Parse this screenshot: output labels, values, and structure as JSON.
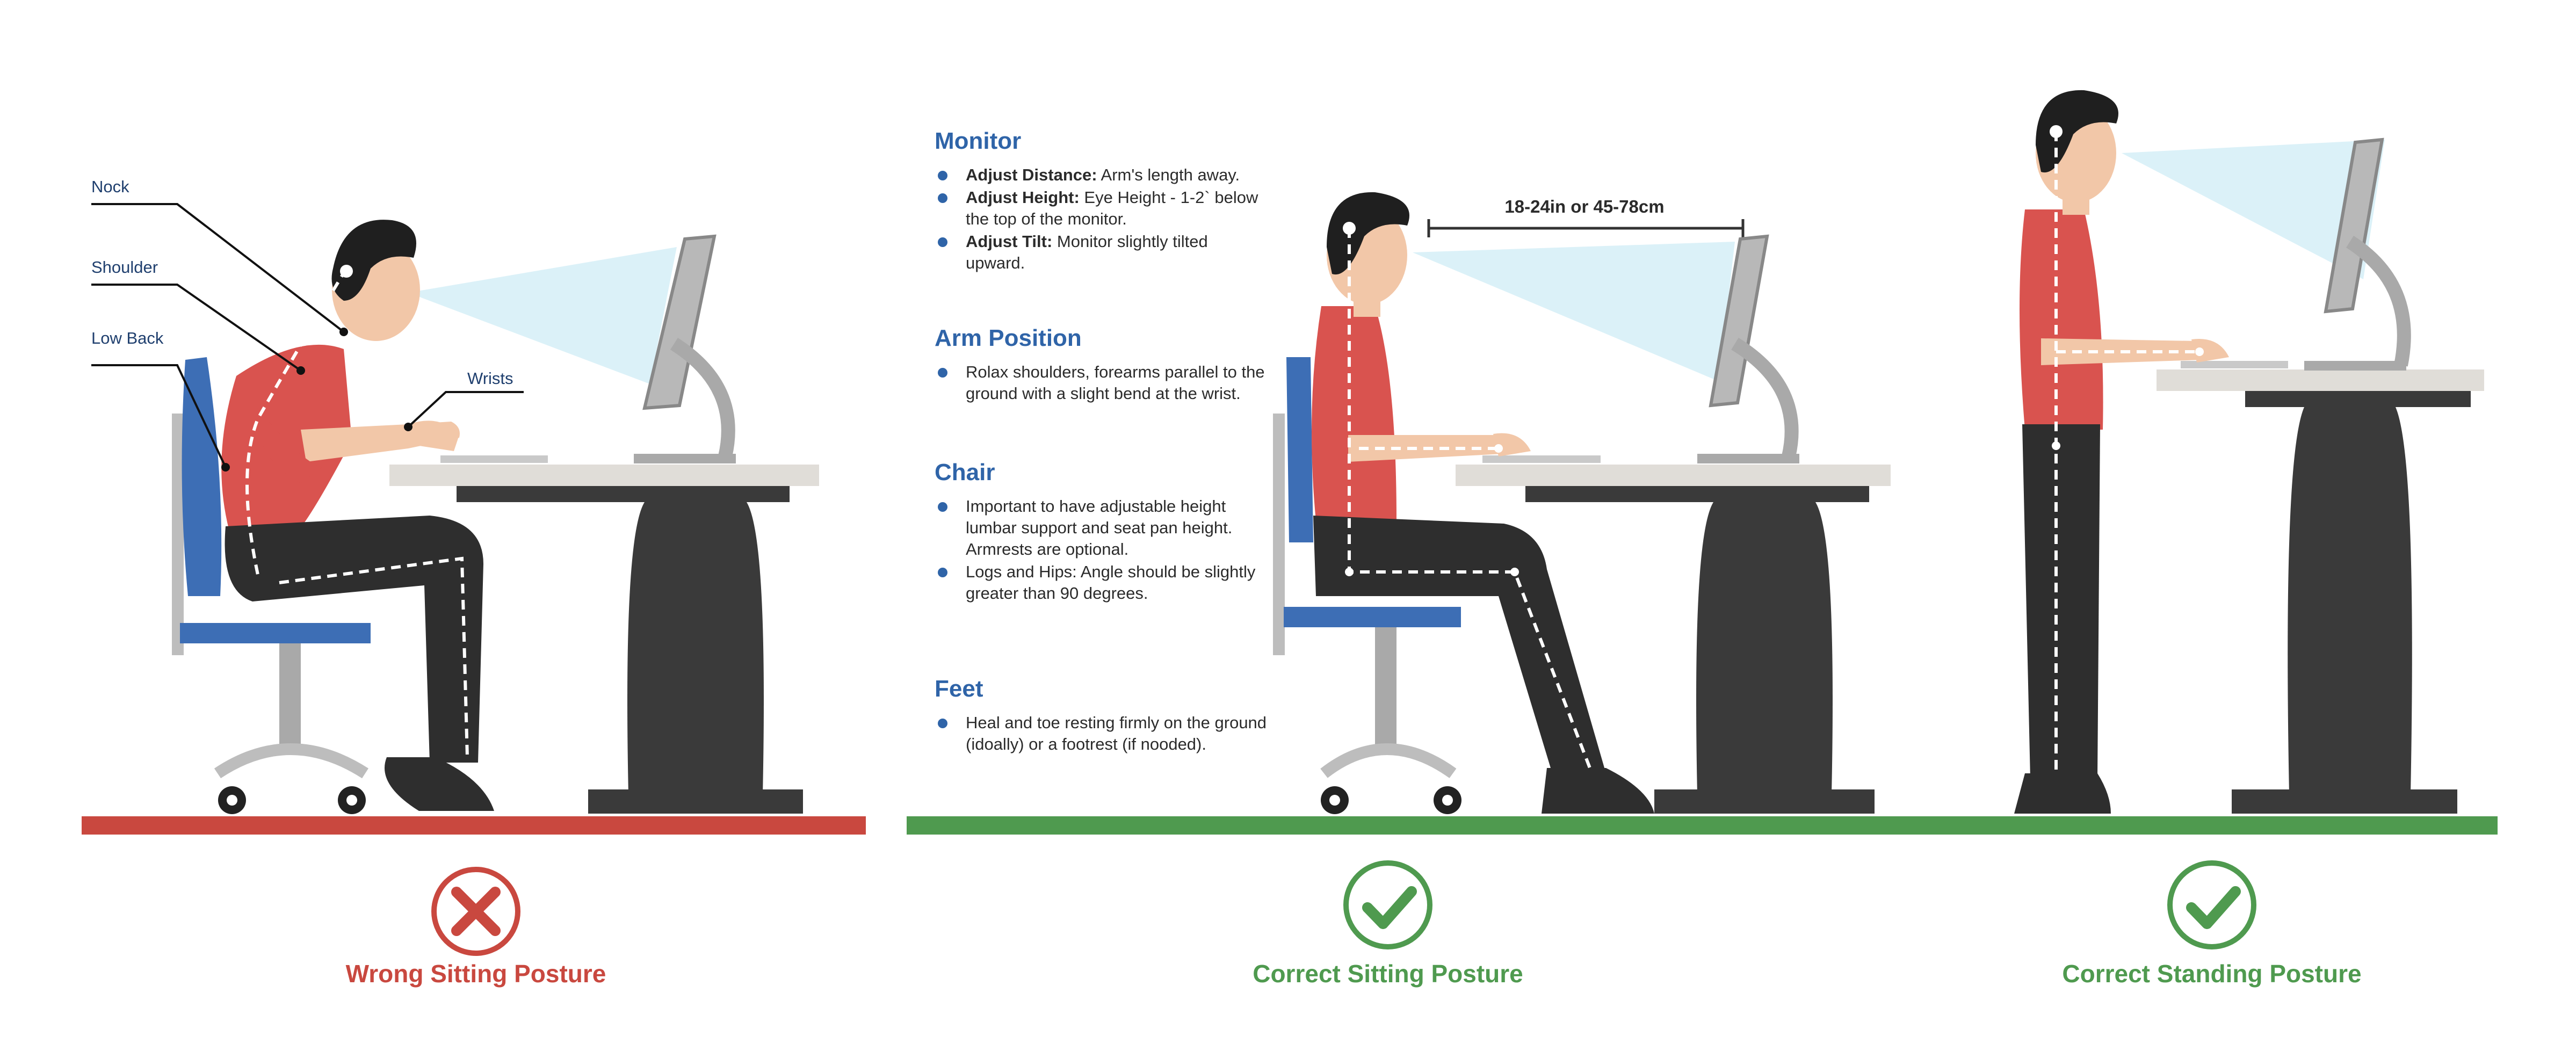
{
  "callouts": {
    "neck": "Nock",
    "shoulder": "Shoulder",
    "low_back": "Low Back",
    "wrists": "Wrists"
  },
  "measurement": "18-24in or 45-78cm",
  "tips": {
    "monitor": {
      "title": "Monitor",
      "items": [
        {
          "bold": "Adjust Distance:",
          "text": " Arm's length away."
        },
        {
          "bold": "Adjust Height:",
          "text": " Eye Height - 1-2` below the top of the monitor."
        },
        {
          "bold": "Adjust Tilt:",
          "text": " Monitor slightly tilted upward."
        }
      ]
    },
    "arm": {
      "title": "Arm Position",
      "items": [
        {
          "text": "Rolax shoulders, forearms parallel to the ground with a slight bend at the wrist."
        }
      ]
    },
    "chair": {
      "title": "Chair",
      "items": [
        {
          "text": "Important to have adjustable height lumbar support and seat pan height. Armrests are optional."
        },
        {
          "text": "Logs and Hips: Angle should be slightly greater than 90 degrees."
        }
      ]
    },
    "feet": {
      "title": "Feet",
      "items": [
        {
          "text": "Heal and toe resting firmly on the ground (idoally) or a footrest (if nooded)."
        }
      ]
    }
  },
  "captions": {
    "wrong_sitting": "Wrong Sitting Posture",
    "correct_sitting": "Correct Sitting Posture",
    "correct_standing": "Correct Standing Posture"
  },
  "colors": {
    "wrong": "#c9483f",
    "correct": "#4f9a4f",
    "skin": "#f2c7a8",
    "shirt": "#d9534f",
    "pants": "#2e2e2e",
    "hair": "#1f1f1f",
    "chair_blue": "#3d6eb5",
    "desk_top": "#e0ddd8",
    "desk_leg": "#3a3a3a",
    "view_cone": "#d7f0f7"
  },
  "icons": {
    "wrong": "x-icon",
    "correct_sitting": "check-icon",
    "correct_standing": "check-icon"
  }
}
